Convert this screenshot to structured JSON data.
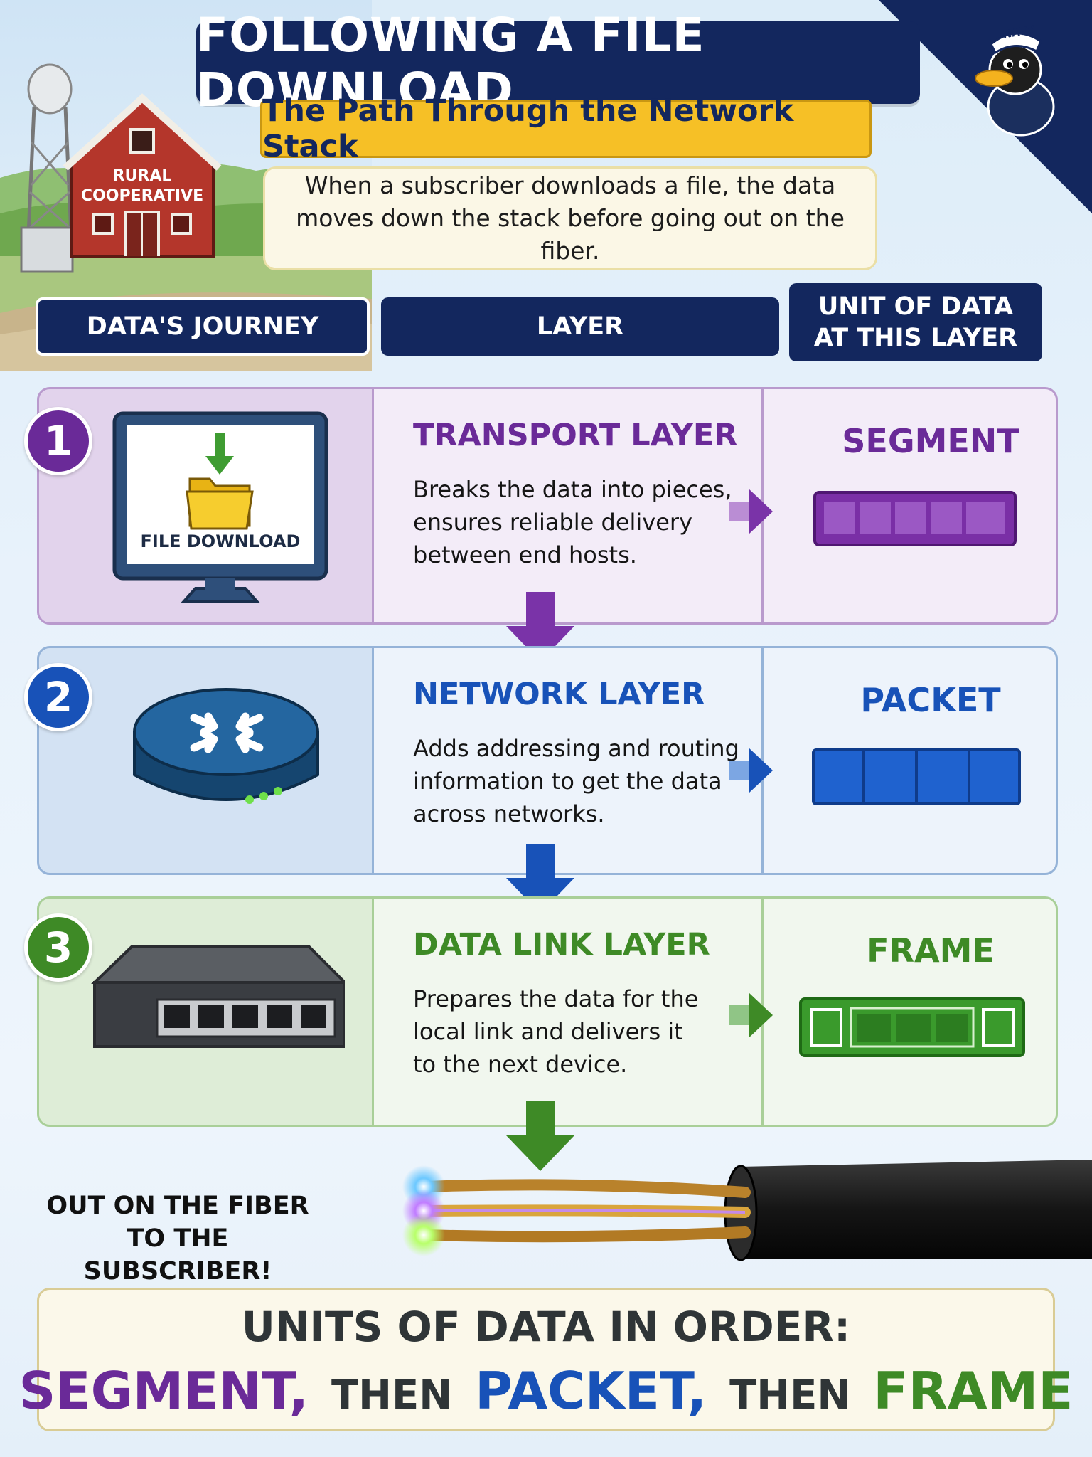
{
  "header": {
    "title": "FOLLOWING A FILE DOWNLOAD",
    "subtitle": "The Path Through the Network Stack",
    "intro": "When a subscriber downloads a file, the data moves down the stack before going out on the fiber."
  },
  "scene": {
    "barn_label_line1": "RURAL",
    "barn_label_line2": "COOPERATIVE"
  },
  "badge": {
    "hat_text": "NAVY"
  },
  "columns": {
    "journey": "DATA'S JOURNEY",
    "layer": "LAYER",
    "unit_line1": "UNIT OF DATA",
    "unit_line2": "AT THIS LAYER"
  },
  "rows": [
    {
      "number": "1",
      "color": "#6a2a98",
      "device_caption": "FILE DOWNLOAD",
      "layer": "TRANSPORT LAYER",
      "desc": [
        "Breaks the data into pieces,",
        "ensures reliable delivery",
        "between end hosts."
      ],
      "unit": "SEGMENT"
    },
    {
      "number": "2",
      "color": "#1852b8",
      "device_caption": "",
      "layer": "NETWORK LAYER",
      "desc": [
        "Adds addressing and routing",
        "information to get the data",
        "across networks."
      ],
      "unit": "PACKET"
    },
    {
      "number": "3",
      "color": "#3e8a26",
      "device_caption": "",
      "layer": "DATA LINK LAYER",
      "desc": [
        "Prepares the data for the",
        "local link and delivers it",
        "to the next device."
      ],
      "unit": "FRAME"
    }
  ],
  "fiber": {
    "label_line1": "OUT ON THE FIBER",
    "label_line2": "TO THE SUBSCRIBER!"
  },
  "summary": {
    "title": "UNITS OF DATA IN ORDER:",
    "first": "SEGMENT,",
    "then1": "THEN",
    "second": "PACKET,",
    "then2": "THEN",
    "third": "FRAME"
  }
}
